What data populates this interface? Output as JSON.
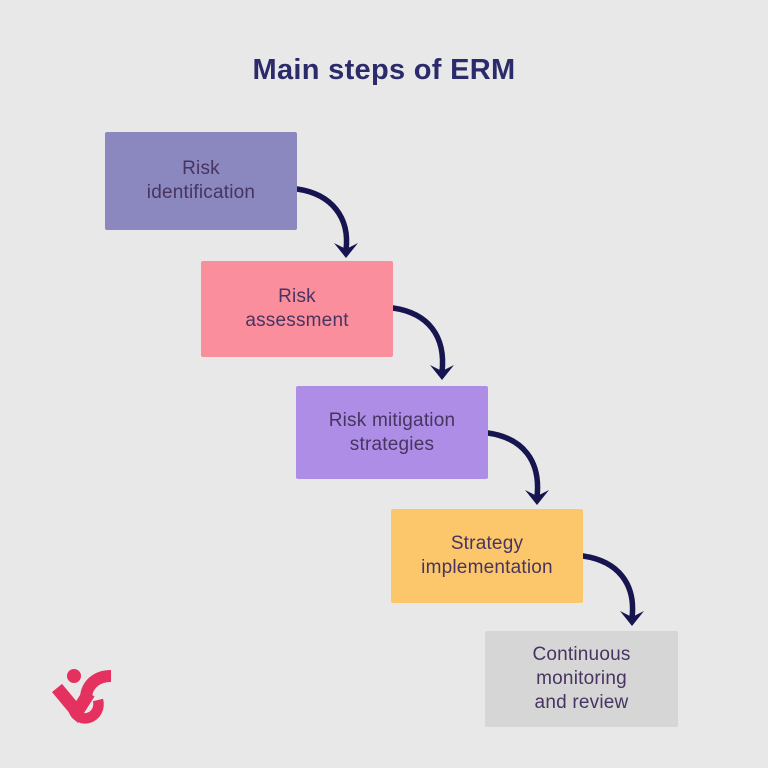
{
  "title": "Main steps of ERM",
  "colors": {
    "background": "#e9e8e8",
    "title_text": "#2b2a6b",
    "step_text": "#473460",
    "arrow": "#16154f",
    "logo": "#e5315f"
  },
  "steps": [
    {
      "label": "Risk identification",
      "lines": [
        "Risk",
        "identification"
      ],
      "fill": "#8b87bf"
    },
    {
      "label": "Risk assessment",
      "lines": [
        "Risk",
        "assessment"
      ],
      "fill": "#fb8e9d"
    },
    {
      "label": "Risk mitigation strategies",
      "lines": [
        "Risk mitigation",
        "strategies"
      ],
      "fill": "#ad8de5"
    },
    {
      "label": "Strategy implementation",
      "lines": [
        "Strategy",
        "implementation"
      ],
      "fill": "#fcc76a"
    },
    {
      "label": "Continuous monitoring and review",
      "lines": [
        "Continuous",
        "monitoring",
        "and review"
      ],
      "fill": "#d7d6d6"
    }
  ],
  "logo": {
    "icon": "visme-logomark"
  }
}
